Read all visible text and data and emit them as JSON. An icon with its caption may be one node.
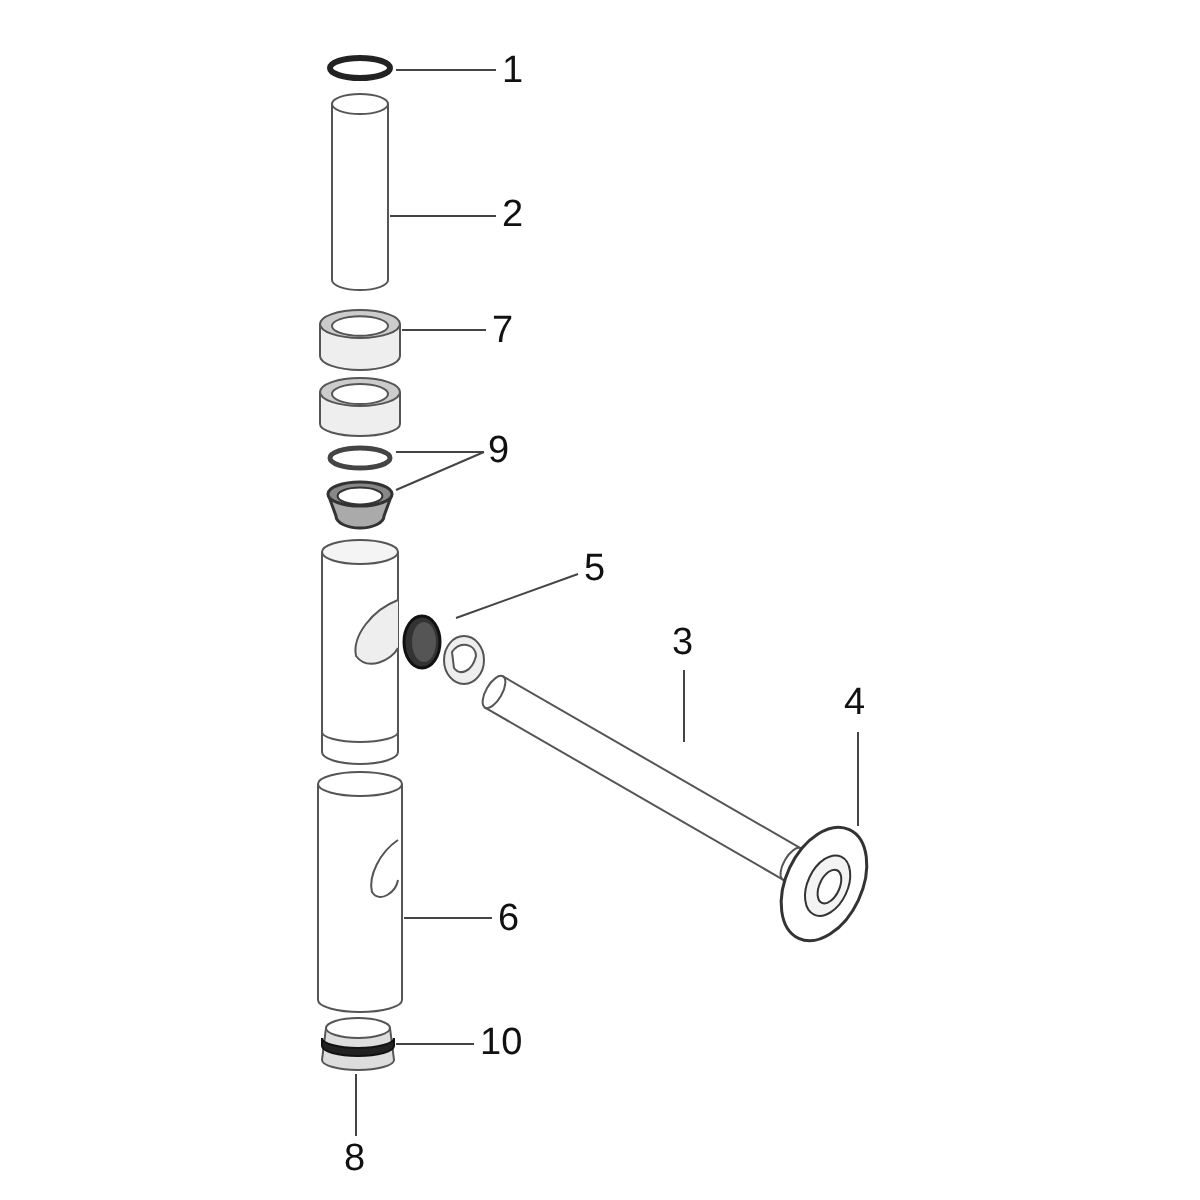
{
  "diagram": {
    "nodes": [
      {
        "text": [
          "1"
        ]
      },
      {
        "text": [
          "2"
        ]
      },
      {
        "text": [
          "7"
        ]
      },
      {
        "text": [
          "9"
        ]
      },
      {
        "text": [
          "5"
        ]
      },
      {
        "text": [
          "3"
        ]
      },
      {
        "text": [
          "4"
        ]
      },
      {
        "text": [
          "6"
        ]
      },
      {
        "text": [
          "10"
        ]
      },
      {
        "text": [
          "8"
        ]
      },
      {
        "text": [],
        "shape": "circle"
      },
      {
        "text": [],
        "shape": "cylinder"
      },
      {
        "text": [],
        "shape": "cylinder"
      },
      {
        "text": [],
        "shape": "circle"
      },
      {
        "text": [],
        "shape": "cylinder"
      },
      {
        "text": [],
        "shape": "picture"
      },
      {
        "text": [],
        "shape": "picture"
      },
      {
        "text": [],
        "shape": "picture"
      },
      {
        "text": [],
        "shape": "picture"
      },
      {
        "text": [],
        "shape": "picture",
        "in": 20
      },
      {
        "text": [],
        "shape": "picture"
      }
    ],
    "edges": [
      {
        "from": 0,
        "to": 10,
        "arrow": "none"
      },
      {
        "from": 1,
        "to": 11,
        "arrow": "none"
      },
      {
        "from": 2,
        "to": 12,
        "arrow": "none"
      },
      {
        "from": 3,
        "to": 13,
        "arrow": "none"
      },
      {
        "from": 3,
        "to": 14,
        "arrow": "none"
      },
      {
        "from": 4,
        "to": 15,
        "arrow": "none"
      },
      {
        "from": 5,
        "to": 16,
        "arrow": "none"
      },
      {
        "from": 6,
        "to": 17,
        "arrow": "none"
      },
      {
        "from": 7,
        "to": 18,
        "arrow": "none"
      },
      {
        "from": 8,
        "to": 19,
        "arrow": "none"
      },
      {
        "from": 9,
        "to": 20,
        "arrow": "none"
      }
    ]
  }
}
